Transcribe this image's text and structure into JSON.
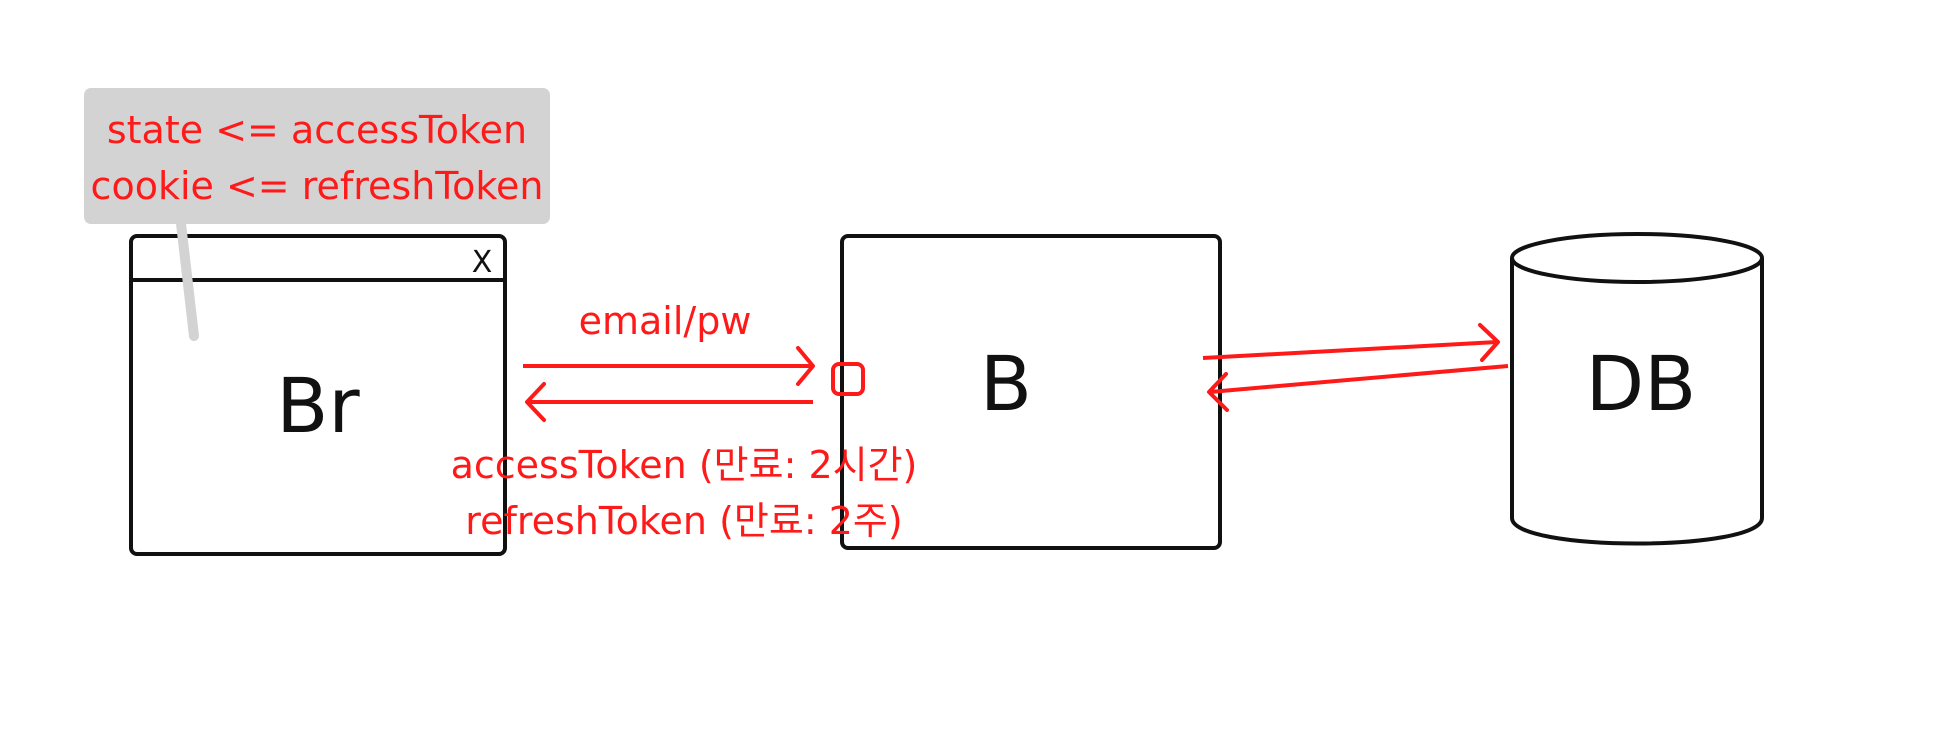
{
  "note": {
    "line1": "state <= accessToken",
    "line2": "cookie <= refreshToken"
  },
  "browser": {
    "label": "Br",
    "close_glyph": "X"
  },
  "backend": {
    "label": "B"
  },
  "database": {
    "label": "DB"
  },
  "request": {
    "label": "email/pw"
  },
  "response": {
    "line1": "accessToken (만료: 2시간)",
    "line2": "refreshToken (만료: 2주)"
  },
  "colors": {
    "annotation": "#ff1a1a",
    "outline": "#111111",
    "note_background": "#d3d3d3"
  }
}
